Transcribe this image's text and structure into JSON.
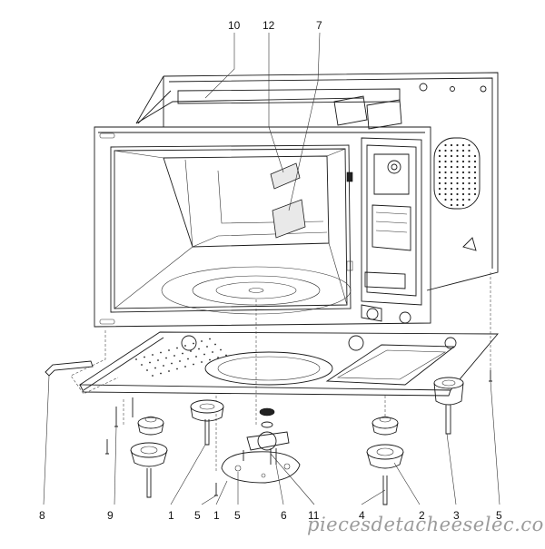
{
  "diagram": {
    "callouts": [
      {
        "id": "c10",
        "text": "10"
      },
      {
        "id": "c12",
        "text": "12"
      },
      {
        "id": "c7",
        "text": "7"
      },
      {
        "id": "c8",
        "text": "8"
      },
      {
        "id": "c9",
        "text": "9"
      },
      {
        "id": "c1a",
        "text": "1"
      },
      {
        "id": "c5a",
        "text": "5"
      },
      {
        "id": "c1b",
        "text": "1"
      },
      {
        "id": "c5b",
        "text": "5"
      },
      {
        "id": "c6",
        "text": "6"
      },
      {
        "id": "c11",
        "text": "11"
      },
      {
        "id": "c4",
        "text": "4"
      },
      {
        "id": "c2",
        "text": "2"
      },
      {
        "id": "c3",
        "text": "3"
      },
      {
        "id": "c5c",
        "text": "5"
      }
    ],
    "watermark": "piecesdetacheeselec.com"
  }
}
